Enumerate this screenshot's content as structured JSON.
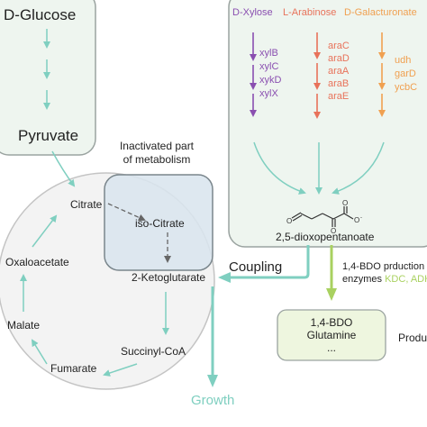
{
  "glycolysis": {
    "start": "D-Glucose",
    "end": "Pyruvate"
  },
  "inactivated_note": [
    "Inactivated part",
    "of metabolism"
  ],
  "sugars": [
    {
      "name": "D-Xylose",
      "color": "#8a4fb0",
      "genes": [
        "xylB",
        "xylC",
        "xykD",
        "xylX"
      ]
    },
    {
      "name": "L-Arabinose",
      "color": "#e8725a",
      "genes": [
        "araC",
        "araD",
        "araA",
        "araB",
        "araE"
      ]
    },
    {
      "name": "D-Galacturonate",
      "color": "#f0a050",
      "genes": [
        "udh",
        "garD",
        "ycbC"
      ]
    }
  ],
  "product_molecule": "2,5-dioxopentanoate",
  "tca": {
    "citrate": "Citrate",
    "isocitrate": "iso-Citrate",
    "ketoglutarate": "2-Ketoglutarate",
    "succinyl": "Succinyl-CoA",
    "fumarate": "Fumarate",
    "malate": "Malate",
    "oxaloacetate": "Oxaloacetate"
  },
  "coupling": "Coupling",
  "growth": "Growth",
  "bdo_enzymes": {
    "line1": "1,4-BDO prduction",
    "line2_prefix": "enzymes",
    "kdc": "KDC,",
    "adh": "ADH"
  },
  "products": [
    "1,4-BDO",
    "Glutamine",
    "..."
  ],
  "products_label": "Produ",
  "colors": {
    "teal": "#7fcfc0",
    "green": "#a9d160",
    "box_fill": "#eef5ef",
    "box_stroke": "#9aa3a0",
    "inactive_fill": "#d9e5ee",
    "circle": "#bdbdbd"
  }
}
